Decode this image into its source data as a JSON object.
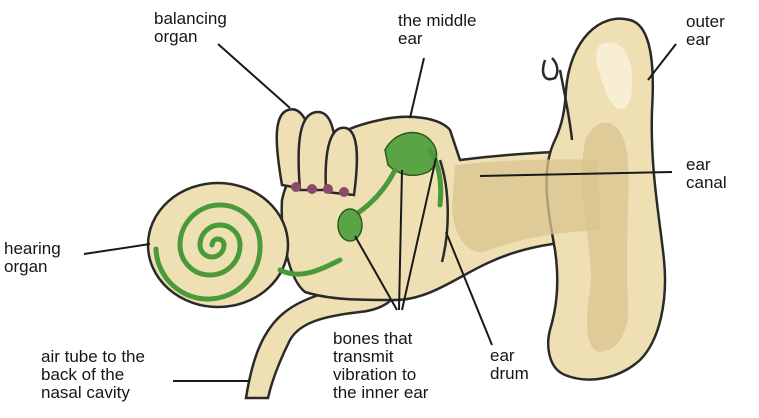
{
  "labels": {
    "balancing": "balancing\norgan",
    "middle": "the middle\near",
    "outer": "outer\near",
    "canal": "ear\ncanal",
    "hearing": "hearing\norgan",
    "airtube": "air tube to the\nback of the\nnasal cavity",
    "bones": "bones that\ntransmit\nvibration to\nthe inner ear",
    "drum": "ear\ndrum"
  },
  "colors": {
    "skin": "#efe0b4",
    "skin_shade": "#d9c48e",
    "membrane_green": "#5aa446",
    "ossicle_purple": "#8a4a68",
    "outline": "#2a2a2a"
  }
}
